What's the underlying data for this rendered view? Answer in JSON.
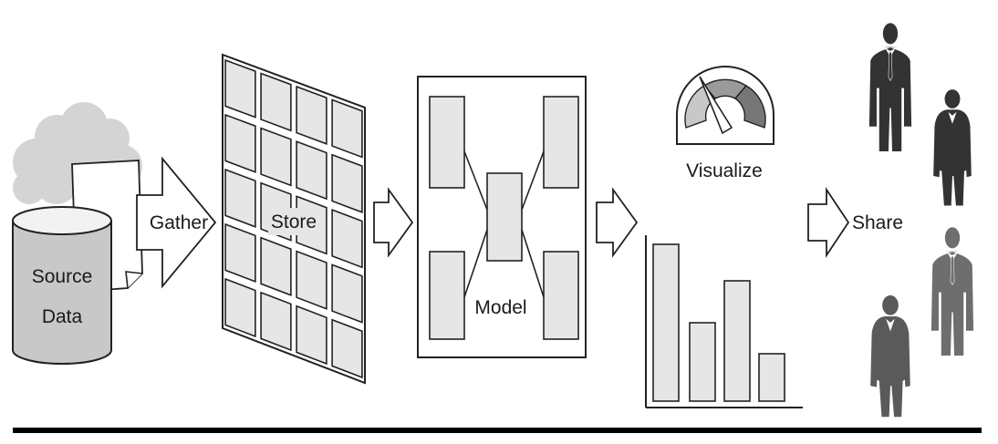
{
  "diagram": {
    "source_label_line1": "Source",
    "source_label_line2": "Data",
    "gather_label": "Gather",
    "store_label": "Store",
    "model_label": "Model",
    "visualize_label": "Visualize",
    "share_label": "Share"
  },
  "icons": {
    "cloud": "cloud-icon",
    "document": "document-icon",
    "database": "database-icon",
    "gauge": "gauge-icon",
    "bar_chart": "bar-chart-icon",
    "person": "person-icon"
  },
  "colors": {
    "stroke": "#222222",
    "cell_fill": "#e6e6e6",
    "gauge_dark": "#777777",
    "gauge_mid": "#9a9a9a",
    "gauge_light": "#c8c8c8",
    "person_dark": "#333333",
    "person_mid": "#5a5a5a",
    "person_light": "#6e6e6e",
    "cloud": "#d4d4d4"
  }
}
